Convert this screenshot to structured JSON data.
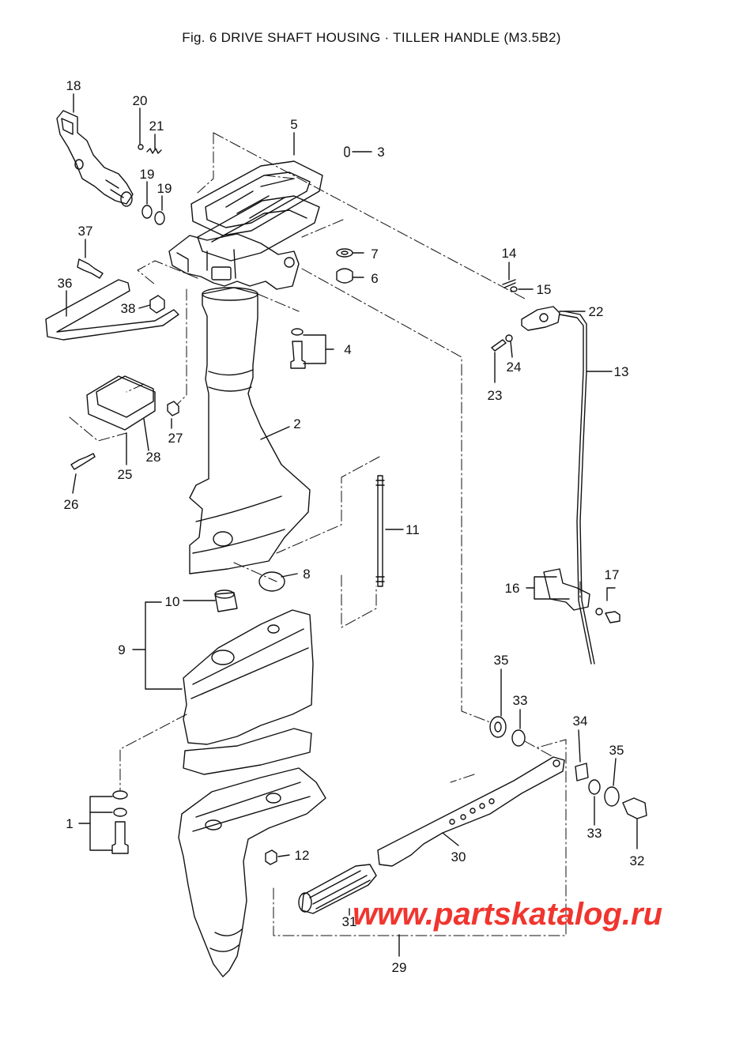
{
  "title": "Fig. 6    DRIVE SHAFT HOUSING · TILLER HANDLE (M3.5B2)",
  "watermark": "www.partskatalog.ru",
  "callouts": {
    "c1": "1",
    "c2": "2",
    "c3": "3",
    "c4": "4",
    "c5": "5",
    "c6": "6",
    "c7": "7",
    "c8": "8",
    "c9": "9",
    "c10": "10",
    "c11": "11",
    "c12": "12",
    "c13": "13",
    "c14": "14",
    "c15": "15",
    "c16": "16",
    "c17": "17",
    "c18": "18",
    "c19a": "19",
    "c19b": "19",
    "c20": "20",
    "c21": "21",
    "c22": "22",
    "c23": "23",
    "c24": "24",
    "c25": "25",
    "c26": "26",
    "c27": "27",
    "c28": "28",
    "c29": "29",
    "c30": "30",
    "c31": "31",
    "c32": "32",
    "c33a": "33",
    "c33b": "33",
    "c34": "34",
    "c35a": "35",
    "c35b": "35",
    "c36": "36",
    "c37": "37",
    "c38": "38"
  },
  "colors": {
    "line": "#111111",
    "watermark": "#f0352f",
    "background": "#ffffff"
  }
}
